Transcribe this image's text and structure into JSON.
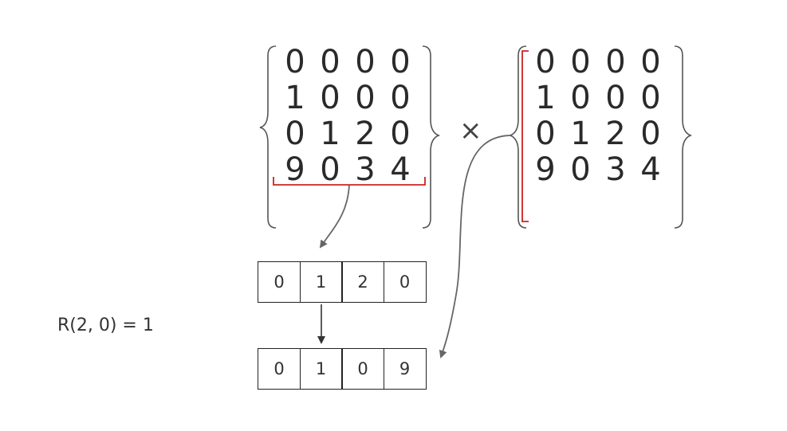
{
  "left_matrix": {
    "rows": [
      [
        "0",
        "0",
        "0",
        "0"
      ],
      [
        "1",
        "0",
        "0",
        "0"
      ],
      [
        "0",
        "1",
        "2",
        "0"
      ],
      [
        "9",
        "0",
        "3",
        "4"
      ]
    ]
  },
  "right_matrix": {
    "rows": [
      [
        "0",
        "0",
        "0",
        "0"
      ],
      [
        "1",
        "0",
        "0",
        "0"
      ],
      [
        "0",
        "1",
        "2",
        "0"
      ],
      [
        "9",
        "0",
        "3",
        "4"
      ]
    ]
  },
  "operator": "×",
  "selected_row_vector": [
    "0",
    "1",
    "2",
    "0"
  ],
  "selected_column_vector": [
    "0",
    "1",
    "0",
    "9"
  ],
  "formula": "R(2, 0) = 1",
  "colors": {
    "text": "#2a2a2a",
    "brace": "#555555",
    "highlight": "#cc2222",
    "arrow": "#666666",
    "box_border": "#222222"
  }
}
